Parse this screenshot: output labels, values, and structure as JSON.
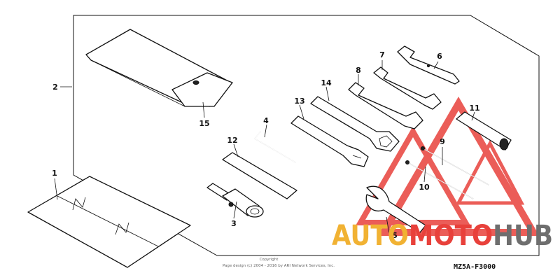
{
  "callouts": [
    "1",
    "2",
    "3",
    "4",
    "5",
    "6",
    "7",
    "8",
    "9",
    "10",
    "11",
    "12",
    "13",
    "14",
    "15"
  ],
  "diagram_code": "MZ5A-F3000",
  "copyright_line1": "Copyright",
  "copyright_line2": "Page design (c) 2004 - 2016 by ARI Network Services, Inc.",
  "watermark": {
    "part1": "AUTO",
    "part2": "MOTO",
    "part3": "HUB"
  },
  "colors": {
    "watermark_orange": "#f1b233",
    "watermark_red": "#e8413b",
    "watermark_gray": "#6e6e6e",
    "lines": "#111111"
  }
}
